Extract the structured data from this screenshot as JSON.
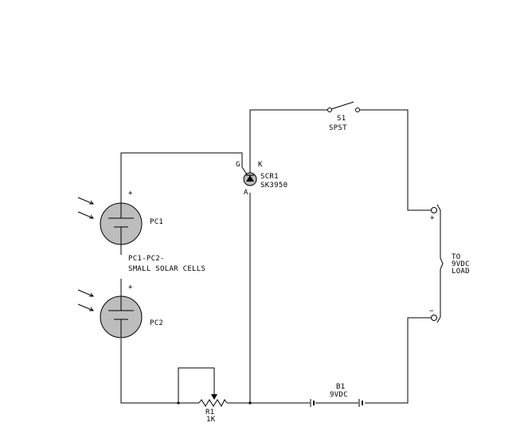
{
  "components": {
    "switch": {
      "ref": "S1",
      "type": "SPST"
    },
    "scr": {
      "ref": "SCR1",
      "part": "SK3950",
      "gate": "G",
      "cathode": "K",
      "anode": "A"
    },
    "pc1": {
      "ref": "PC1",
      "polarity": "+"
    },
    "pc2": {
      "ref": "PC2",
      "polarity": "+"
    },
    "cells_note": {
      "line1": "PC1-PC2-",
      "line2": "SMALL SOLAR CELLS"
    },
    "pot": {
      "ref": "R1",
      "value": "1K"
    },
    "battery": {
      "ref": "B1",
      "value": "9VDC"
    },
    "load": {
      "line1": "TO",
      "line2": "9VDC",
      "line3": "LOAD",
      "plus": "+",
      "minus": "−"
    }
  },
  "colors": {
    "cell_fill": "#bdbdbd",
    "line": "#000000",
    "background": "#ffffff"
  }
}
